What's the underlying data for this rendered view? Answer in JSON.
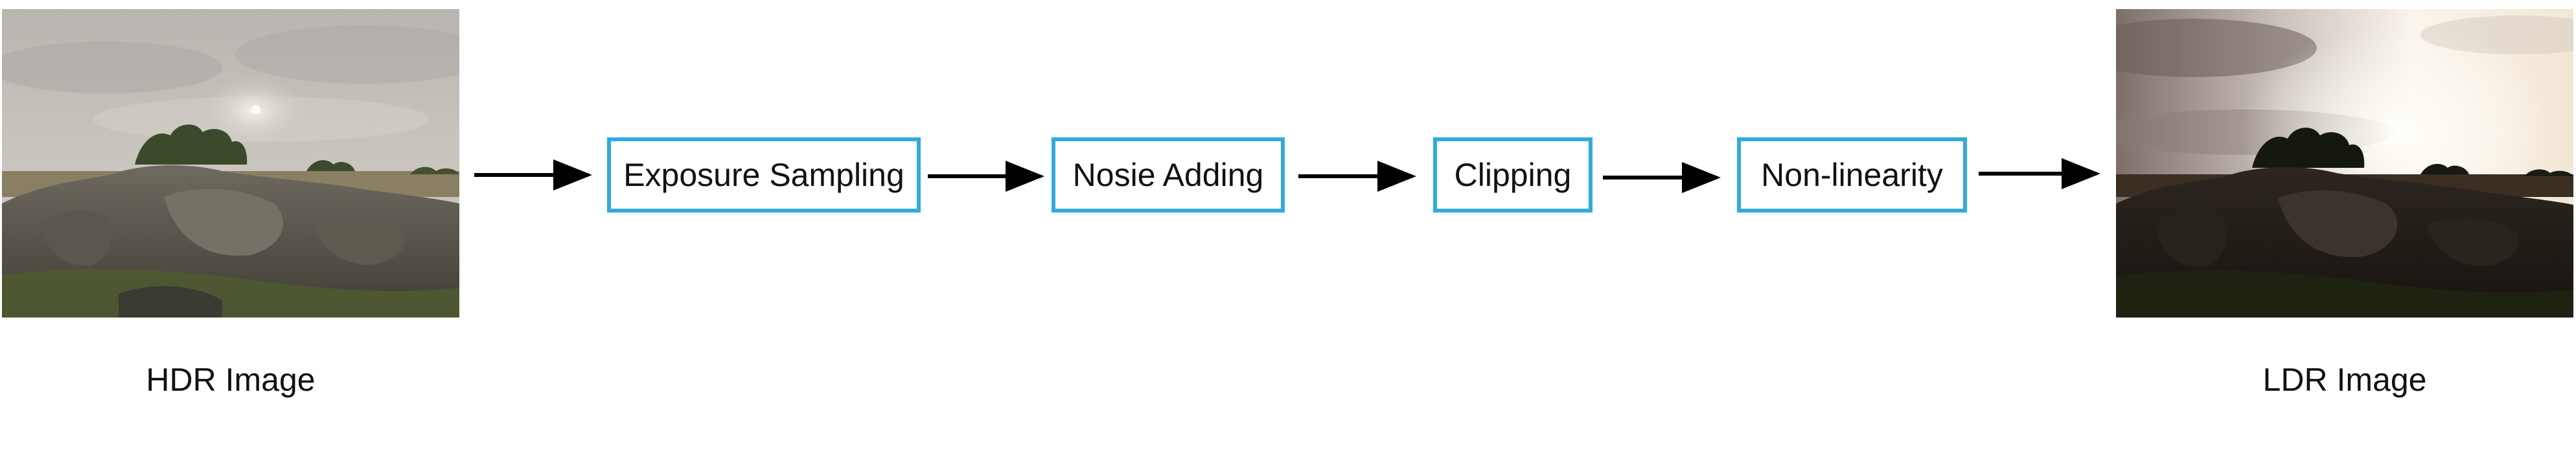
{
  "input": {
    "caption": "HDR Image"
  },
  "output": {
    "caption": "LDR Image"
  },
  "stages": [
    {
      "label": "Exposure Sampling"
    },
    {
      "label": "Nosie Adding"
    },
    {
      "label": "Clipping"
    },
    {
      "label": "Non-linearity"
    }
  ],
  "colors": {
    "box_border": "#33aadd",
    "arrow": "#000000",
    "text": "#111111"
  }
}
